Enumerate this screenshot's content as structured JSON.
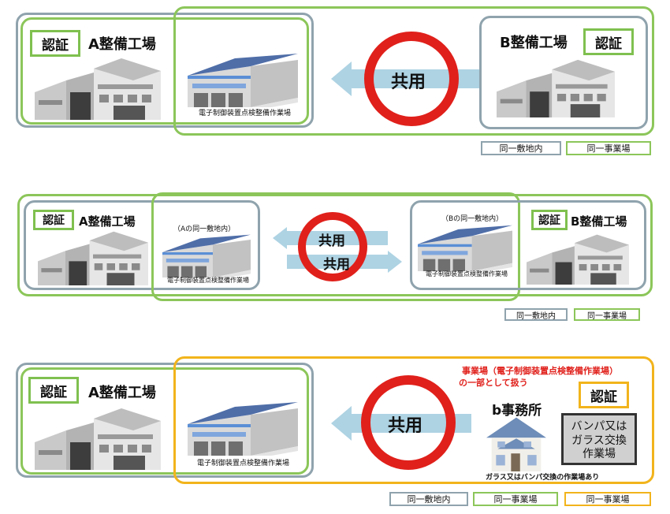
{
  "colors": {
    "gray": "#8fa3ad",
    "green": "#8cc65a",
    "yellow": "#f2b41c",
    "red": "#e0201b",
    "arrow": "#aed3e3"
  },
  "icons": [
    "factory-icon",
    "workshop-building-icon",
    "house-icon",
    "arrow-left-icon",
    "arrow-right-icon",
    "circle-mark-icon"
  ],
  "panel1": {
    "ninsho_a": "認証",
    "title_a": "A整備工場",
    "ninsho_b": "認証",
    "title_b": "B整備工場",
    "shop_caption": "電子制御装置点検整備作業場",
    "shared": "共用",
    "legend": [
      "同一敷地内",
      "同一事業場"
    ]
  },
  "panel2": {
    "ninsho_a": "認証",
    "title_a": "A整備工場",
    "ninsho_b": "認証",
    "title_b": "B整備工場",
    "note_a": "（Aの同一敷地内）",
    "note_b": "（Bの同一敷地内）",
    "shop_caption_a": "電子制御装置点検整備作業場",
    "shop_caption_b": "電子制御装置点検整備作業場",
    "shared_top": "共用",
    "shared_bottom": "共用",
    "legend": [
      "同一敷地内",
      "同一事業場"
    ]
  },
  "panel3": {
    "ninsho_a": "認証",
    "title_a": "A整備工場",
    "ninsho_b": "認証",
    "shop_caption": "電子制御装置点検整備作業場",
    "shared": "共用",
    "red_line1": "事業場（電子制御装置点検整備作業場）",
    "red_line2": "の一部として扱う",
    "office": "b事務所",
    "glass_box": [
      "バンパ又は",
      "ガラス交換",
      "作業場"
    ],
    "house_caption": "ガラス又はバンパ交換の作業場あり",
    "legend": [
      "同一敷地内",
      "同一事業場",
      "同一事業場"
    ]
  }
}
